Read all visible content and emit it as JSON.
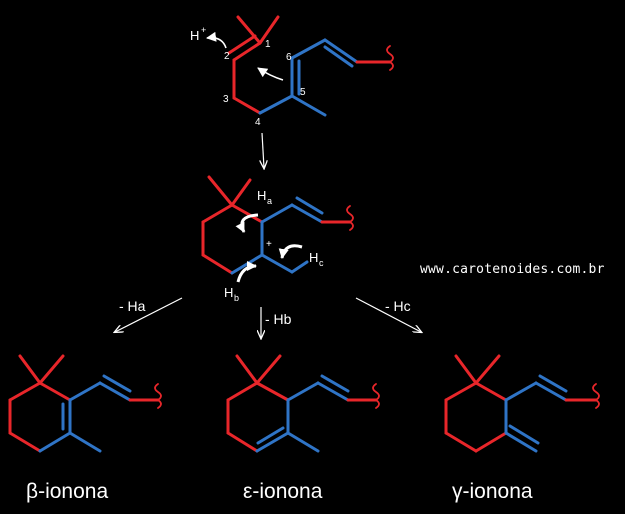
{
  "colors": {
    "background": "#000000",
    "red": "#e8262a",
    "blue": "#2f74c6",
    "white": "#ffffff"
  },
  "labels": {
    "h_plus": "H",
    "h_plus_sup": "+",
    "atom_1": "1",
    "atom_2": "2",
    "atom_3": "3",
    "atom_4": "4",
    "atom_5": "5",
    "atom_6": "6",
    "ha": "H",
    "ha_sub": "a",
    "hb": "H",
    "hb_sub": "b",
    "hc": "H",
    "hc_sub": "c",
    "carbocation": "+",
    "path_a": "- Ha",
    "path_b": "- Hb",
    "path_c": "- Hc"
  },
  "website": "www.carotenoides.com.br",
  "products": {
    "beta": "β-ionona",
    "epsilon": "ε-ionona",
    "gamma": "γ-ionona"
  }
}
